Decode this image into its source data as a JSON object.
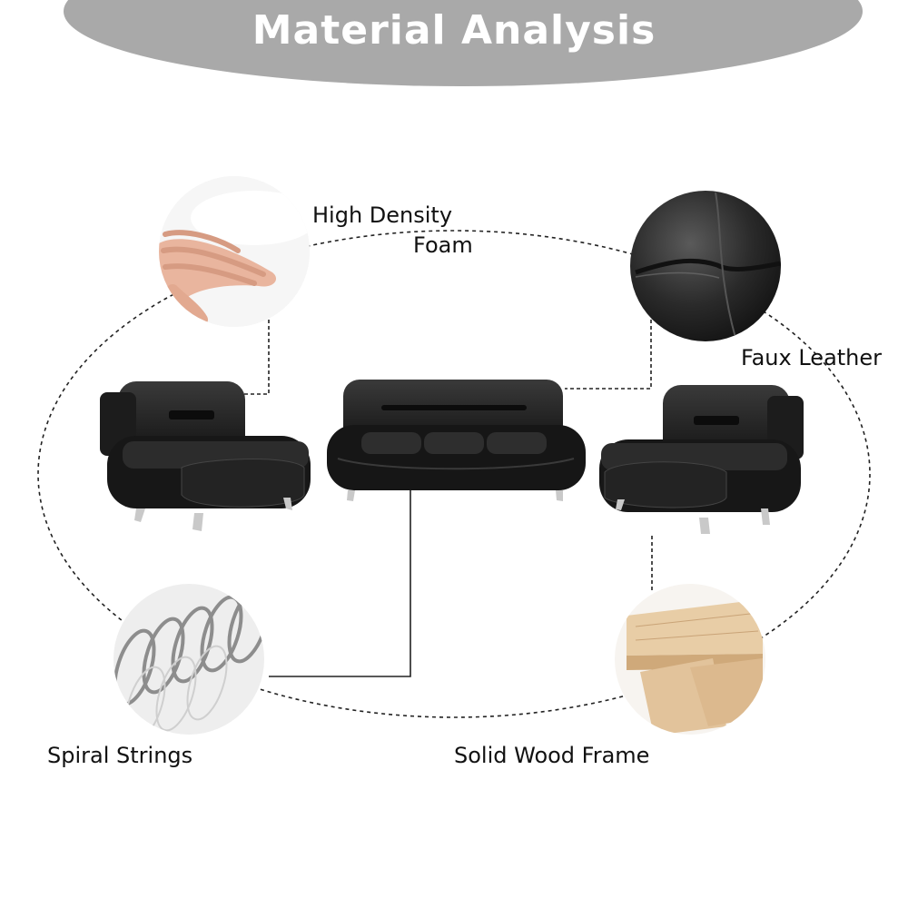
{
  "header": {
    "title": "Material Analysis"
  },
  "materials": [
    {
      "id": "foam",
      "label_lines": [
        "High Density",
        "Foam"
      ],
      "icon": "foam-hand-press"
    },
    {
      "id": "leather",
      "label": "Faux Leather",
      "icon": "black-leather-swatch"
    },
    {
      "id": "spring",
      "label": "Spiral Strings",
      "icon": "coil-spring"
    },
    {
      "id": "wood",
      "label": "Solid Wood Frame",
      "icon": "wood-planks"
    }
  ],
  "product": {
    "pieces": [
      "armchair",
      "sofa",
      "armchair"
    ],
    "color": "#1c1c1c"
  },
  "colors": {
    "banner": "#a9a9a9",
    "leather": "#1c1c1c",
    "wood": "#e2c39b",
    "metal": "#c9c9c9"
  }
}
